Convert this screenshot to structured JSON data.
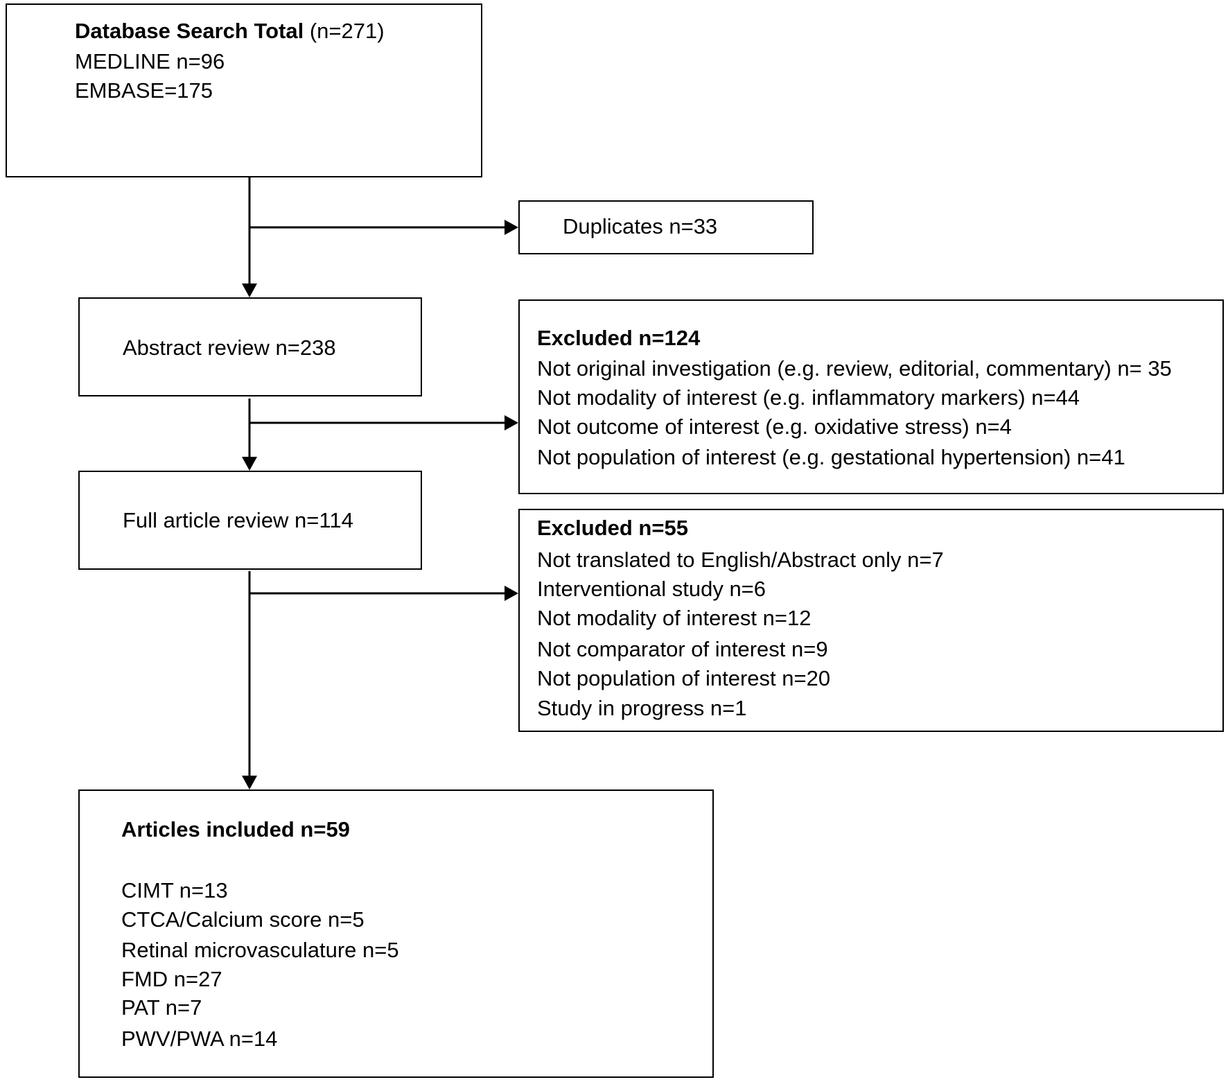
{
  "search": {
    "title_bold": "Database Search Total",
    "title_rest": " (n=271)",
    "medline": "MEDLINE n=96",
    "embase": "EMBASE=175"
  },
  "duplicates": {
    "label": "Duplicates n=33"
  },
  "abstract_review": {
    "label": "Abstract review n=238"
  },
  "excluded_abstract": {
    "title": "Excluded n=124",
    "items": [
      "Not original investigation (e.g. review, editorial, commentary) n= 35",
      "Not modality of interest (e.g. inflammatory markers) n=44",
      "Not outcome of interest (e.g. oxidative stress) n=4",
      "Not population of interest (e.g. gestational hypertension) n=41"
    ]
  },
  "full_review": {
    "label": "Full article review n=114"
  },
  "excluded_full": {
    "title": "Excluded n=55",
    "items": [
      "Not translated to English/Abstract only n=7",
      "Interventional study n=6",
      "Not modality of interest n=12",
      "Not comparator of interest n=9",
      "Not population of interest n=20",
      "Study in progress n=1"
    ]
  },
  "included": {
    "title": "Articles included n=59",
    "items": [
      "CIMT n=13",
      "CTCA/Calcium score n=5",
      "Retinal microvasculature n=5",
      "FMD n=27",
      "PAT n=7",
      "PWV/PWA n=14"
    ]
  }
}
